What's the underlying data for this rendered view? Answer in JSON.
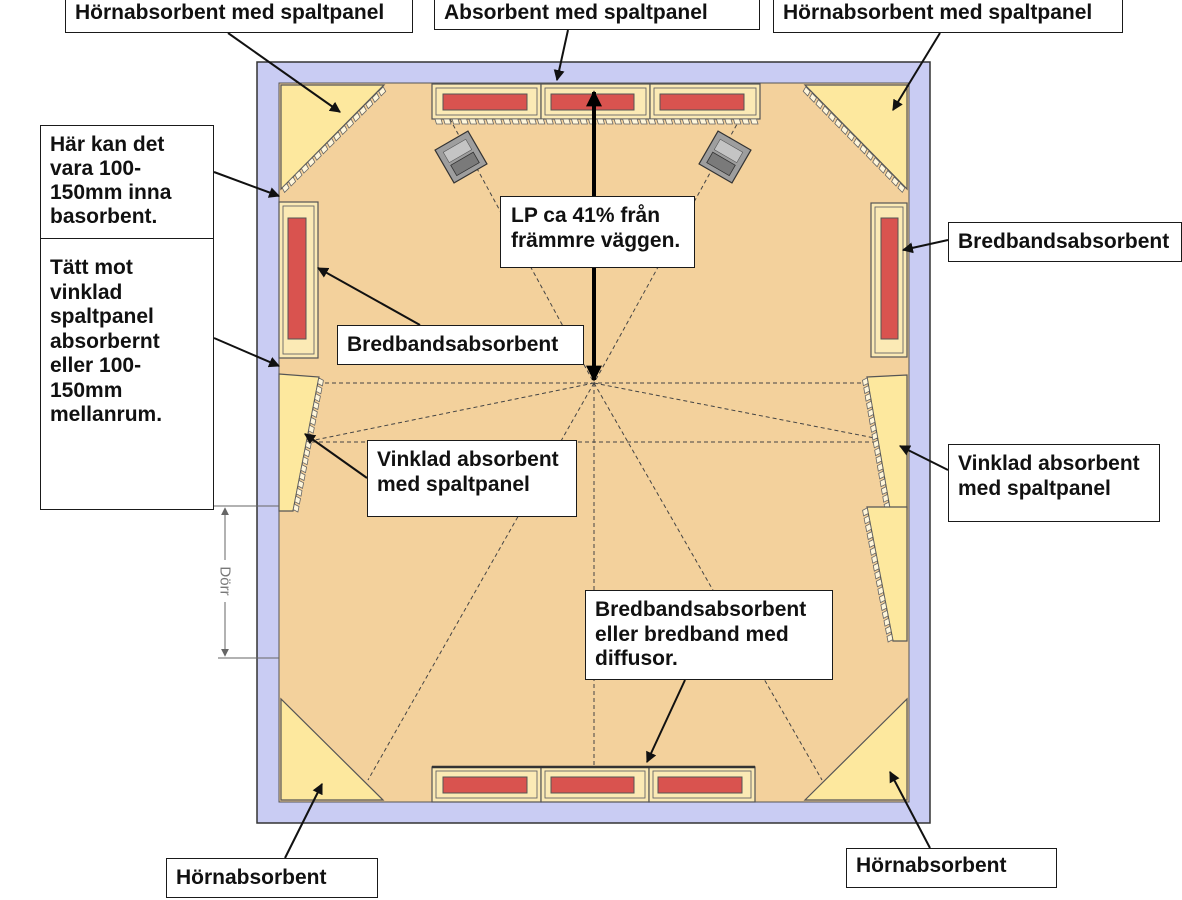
{
  "colors": {
    "wall": "#c9ccf3",
    "floor": "#f3d19c",
    "corner_absorber": "#fde89e",
    "panel": "#fbeab5",
    "absorber_core": "#d9534f",
    "speaker": "#9e9e9e"
  },
  "labels": {
    "top_left_corner": "Hörnabsorbent med spaltpanel",
    "front_wall": "Absorbent med spaltpanel",
    "top_right_corner": "Hörnabsorbent med spaltpanel",
    "bass_gap_note": [
      "Här kan det",
      "vara 100-",
      "150mm inna",
      "basorbent."
    ],
    "angled_gap_note": [
      "Tätt mot",
      "vinklad",
      "spaltpanel",
      "absorbernt",
      "eller 100-",
      "150mm",
      "mellanrum."
    ],
    "listening_position": [
      "LP ca 41% från",
      "främmre väggen."
    ],
    "right_broadband": "Bredbandsabsorbent",
    "left_broadband": "Bredbandsabsorbent",
    "left_angled": [
      "Vinklad absorbent",
      "med spaltpanel"
    ],
    "right_angled": [
      "Vinklad absorbent",
      "med spaltpanel"
    ],
    "rear_wall": [
      "Bredbandsabsorbent",
      "eller bredband med",
      "diffusor."
    ],
    "bottom_left_corner": "Hörnabsorbent",
    "bottom_right_corner": "Hörnabsorbent",
    "door": "Dörr"
  }
}
